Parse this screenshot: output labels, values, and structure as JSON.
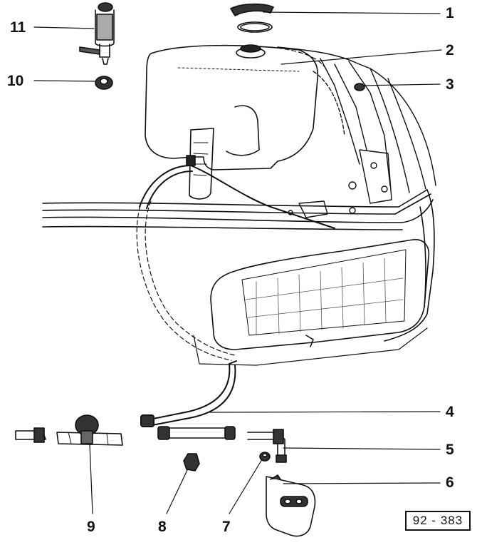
{
  "callouts": [
    {
      "id": "1",
      "label": "1"
    },
    {
      "id": "2",
      "label": "2"
    },
    {
      "id": "3",
      "label": "3"
    },
    {
      "id": "4",
      "label": "4"
    },
    {
      "id": "5",
      "label": "5"
    },
    {
      "id": "6",
      "label": "6"
    },
    {
      "id": "7",
      "label": "7"
    },
    {
      "id": "8",
      "label": "8"
    },
    {
      "id": "9",
      "label": "9"
    },
    {
      "id": "10",
      "label": "10"
    },
    {
      "id": "11",
      "label": "11"
    }
  ],
  "reference_code": "92 - 383",
  "colors": {
    "ink": "#111111",
    "paper": "#ffffff",
    "shade": "#555555"
  }
}
